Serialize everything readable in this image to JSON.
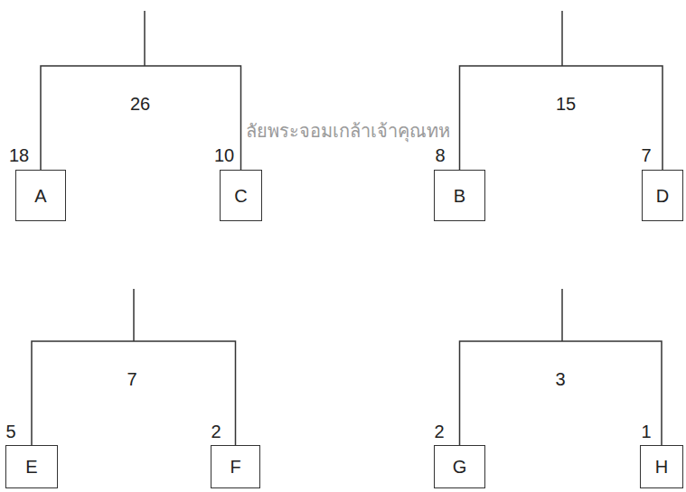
{
  "diagram": {
    "nodes": [
      {
        "text": [
          "A"
        ]
      },
      {
        "text": [
          "C"
        ]
      },
      {
        "text": [
          "B"
        ]
      },
      {
        "text": [
          "D"
        ]
      },
      {
        "text": [
          "E"
        ]
      },
      {
        "text": [
          "F"
        ]
      },
      {
        "text": [
          "G"
        ]
      },
      {
        "text": [
          "H"
        ]
      }
    ],
    "edges": [
      {
        "from": 0,
        "to": 1,
        "label": "26",
        "arrow": "none"
      },
      {
        "from": 2,
        "to": 3,
        "label": "15",
        "arrow": "none"
      },
      {
        "from": 4,
        "to": 5,
        "label": "7",
        "arrow": "none"
      },
      {
        "from": 6,
        "to": 7,
        "label": "3",
        "arrow": "none"
      }
    ],
    "labels": [
      "ลัยพระจอมเกล้าเจ้าคุณทห",
      "18",
      "10",
      "8",
      "7",
      "5",
      "2",
      "2",
      "1"
    ]
  }
}
